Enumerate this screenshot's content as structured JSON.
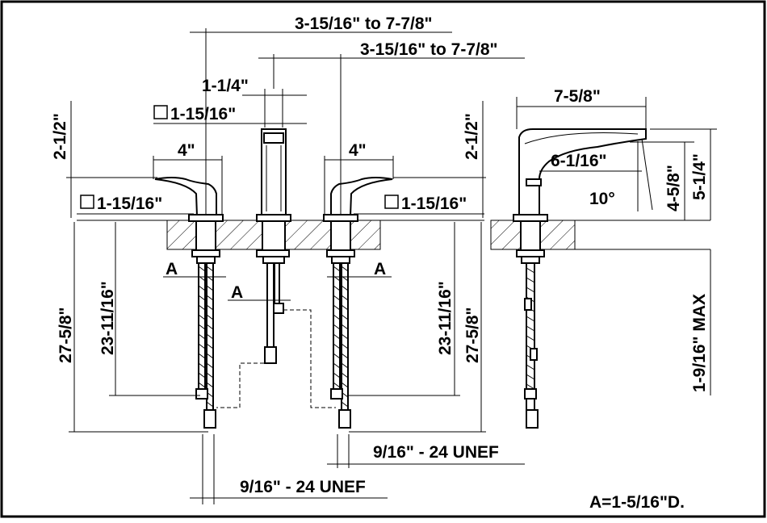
{
  "dimensions": {
    "spread_outer": "3-15/16\" to 7-7/8\"",
    "spread_inner": "3-15/16\" to 7-7/8\"",
    "spout_base": "1-1/4\"",
    "spout_square": "1-15/16\"",
    "handle_height_left": "2-1/2\"",
    "handle_height_right": "2-1/2\"",
    "handle_width_left": "4\"",
    "handle_width_right": "4\"",
    "base_square_left": "1-15/16\"",
    "base_square_right": "1-15/16\"",
    "total_length_left": "27-5/8\"",
    "hose_length_left": "23-11/16\"",
    "total_length_right": "27-5/8\"",
    "hose_length_right": "23-11/16\"",
    "thread_right": "9/16\" - 24 UNEF",
    "thread_left": "9/16\" - 24 UNEF",
    "a_left": "A",
    "a_center": "A",
    "a_right": "A",
    "spout_reach": "7-5/8\"",
    "spout_depth": "6-1/16\"",
    "spout_angle": "10°",
    "spout_height": "4-5/8\"",
    "overall_height": "5-1/4\"",
    "deck_max": "1-9/16\" MAX"
  },
  "footnote": "A=1-5/16\"D."
}
